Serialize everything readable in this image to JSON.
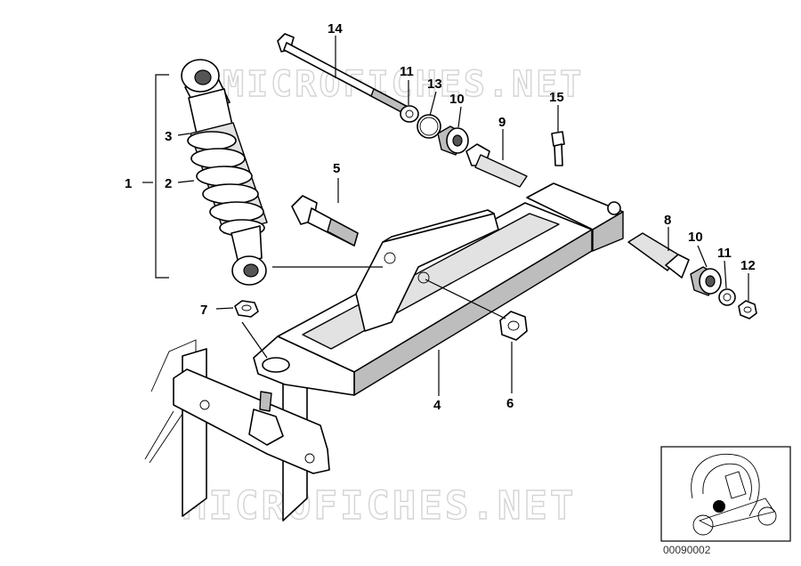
{
  "watermark": "MICROFICHES.NET",
  "reference_code": "00090002",
  "callouts": [
    "1",
    "2",
    "3",
    "4",
    "5",
    "6",
    "7",
    "8",
    "9",
    "10",
    "10",
    "11",
    "11",
    "12",
    "13",
    "14",
    "15"
  ]
}
